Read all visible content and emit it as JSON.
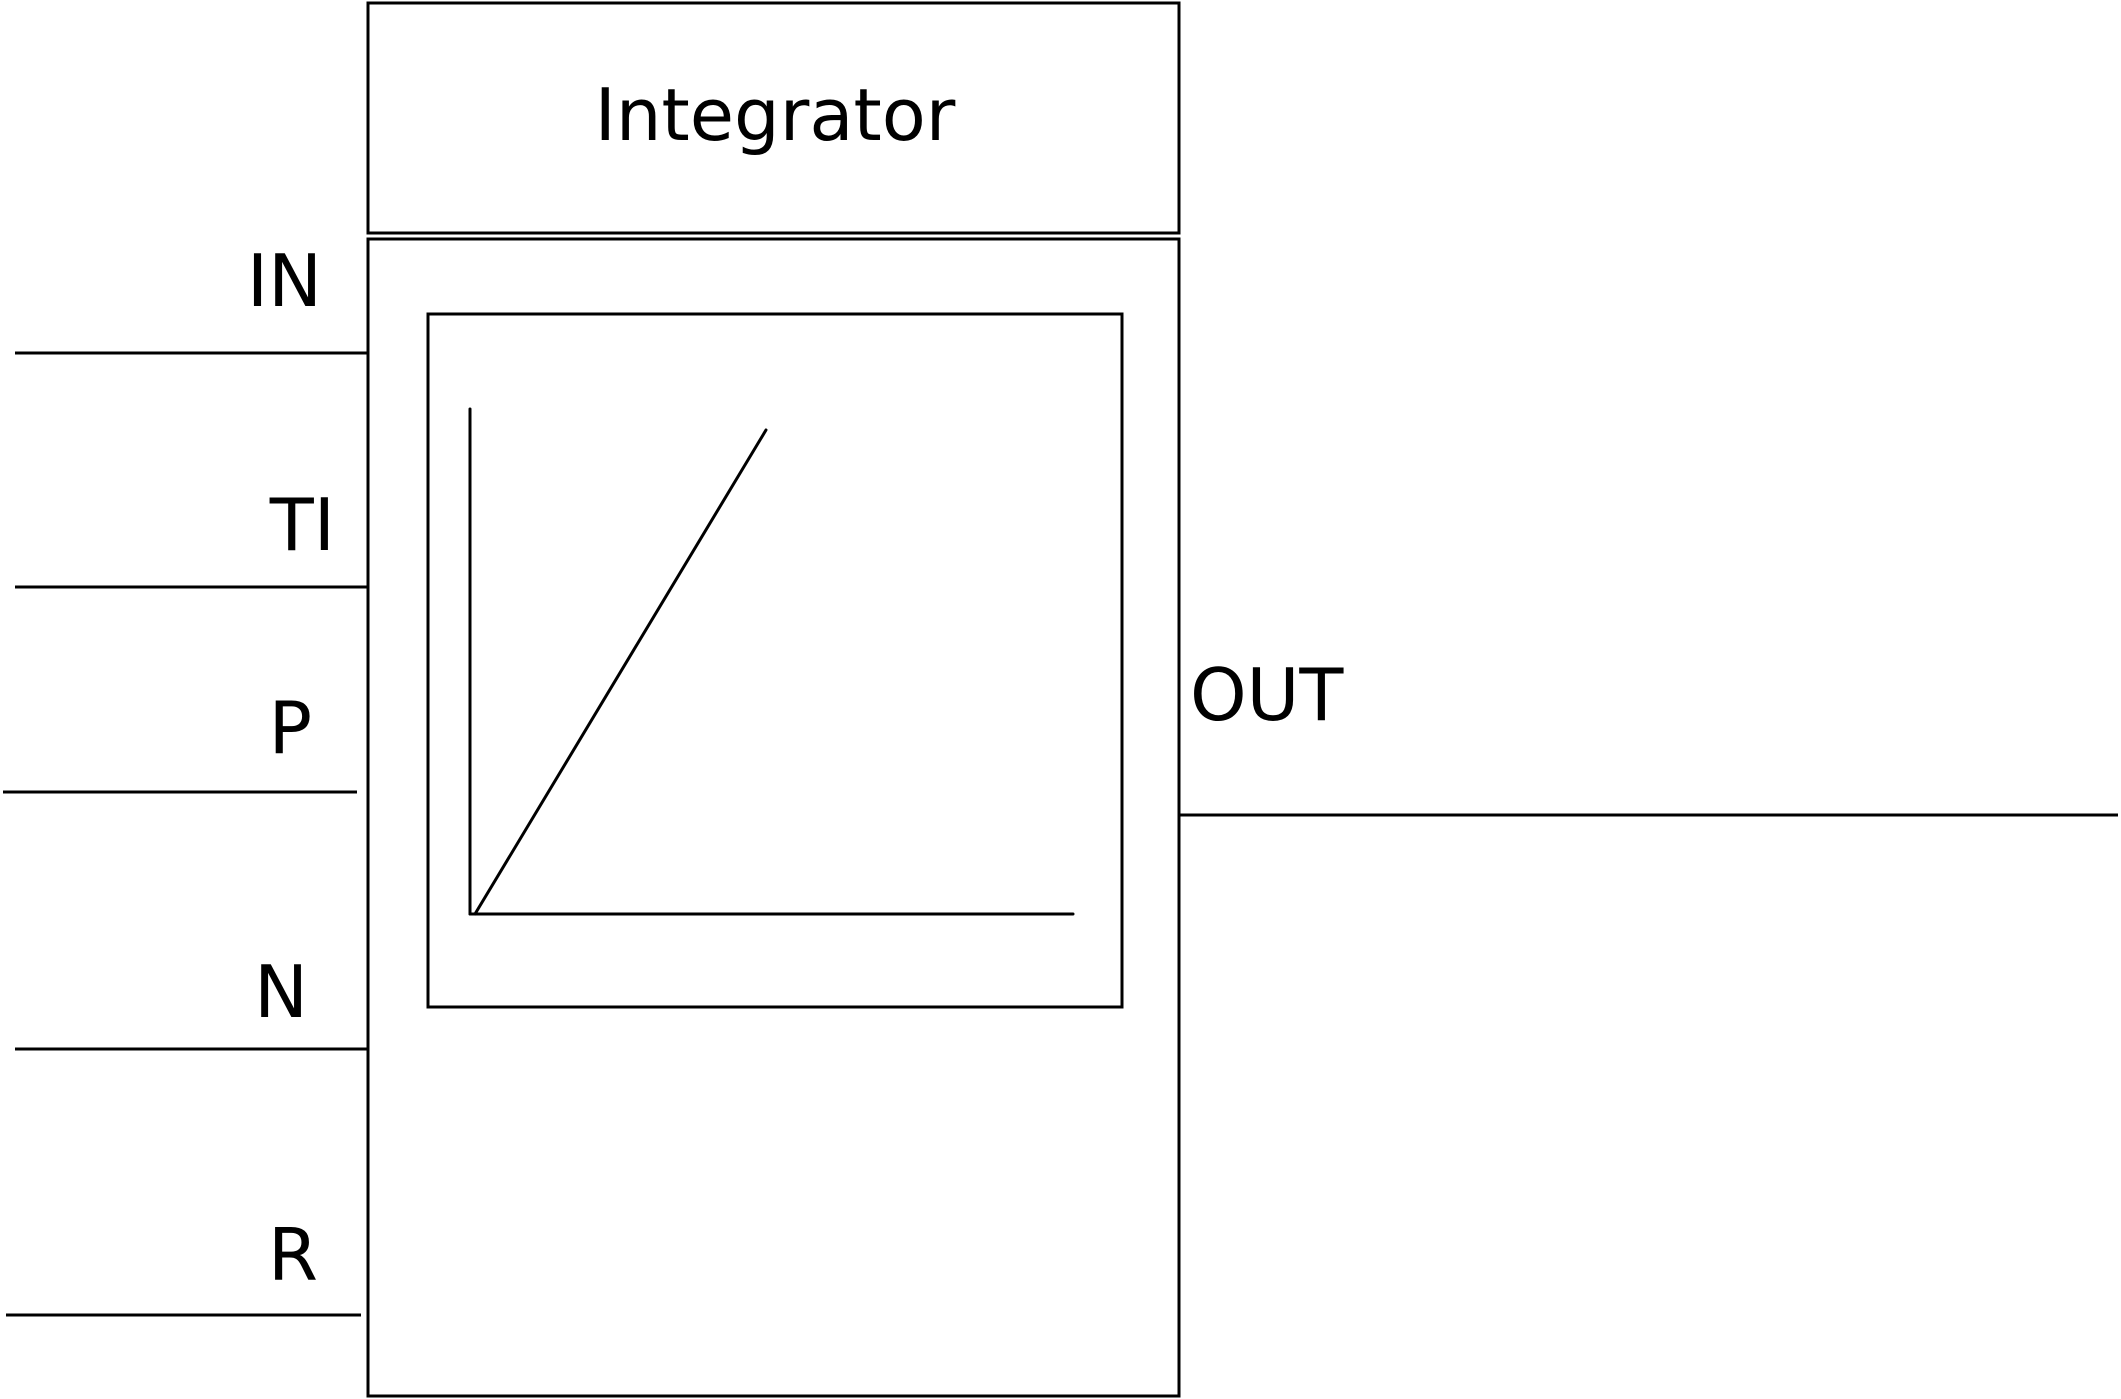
{
  "block": {
    "title": "Integrator"
  },
  "inputs": [
    {
      "label": "IN"
    },
    {
      "label": "TI"
    },
    {
      "label": "P"
    },
    {
      "label": "N"
    },
    {
      "label": "R"
    }
  ],
  "outputs": [
    {
      "label": "OUT"
    }
  ],
  "colors": {
    "stroke": "#000000",
    "background": "#ffffff"
  }
}
